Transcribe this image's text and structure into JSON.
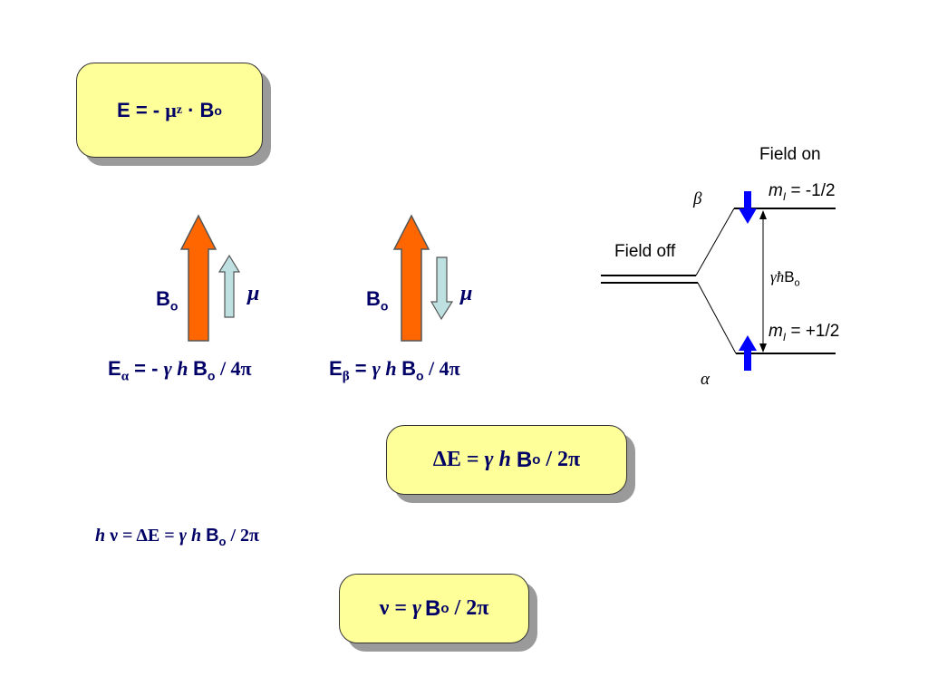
{
  "box_energy": {
    "E": "E = -",
    "mu": "μ",
    "z": "z",
    "dot": "·",
    "B": "B",
    "o": "o"
  },
  "arrows": {
    "left": {
      "B": "B",
      "o": "o",
      "mu": "μ"
    },
    "right": {
      "B": "B",
      "o": "o",
      "mu": "μ"
    }
  },
  "e_alpha": {
    "E": "E",
    "sub": "α",
    "eq": " = - ",
    "gamma": "γ",
    "h": " h ",
    "B": "B",
    "o": "o",
    "rest": " / 4π"
  },
  "e_beta": {
    "E": "E",
    "sub": "β",
    "eq": " = ",
    "gamma": "γ",
    "h": " h ",
    "B": "B",
    "o": "o",
    "rest": " / 4π"
  },
  "box_delta": {
    "delta": "ΔE = ",
    "gamma": "γ",
    "h": " h ",
    "B": "B",
    "o": "o",
    "rest": " / 2π"
  },
  "hv_line": {
    "h": "h",
    "nu": " ν = ΔE = ",
    "gamma": "γ",
    "h2": " h ",
    "B": "B",
    "o": "o",
    "rest": " / 2π"
  },
  "box_nu": {
    "nu": "ν = ",
    "gamma": "γ",
    "B": "B",
    "o": "o",
    "rest": " / 2π"
  },
  "diagram": {
    "field_on": "Field on",
    "field_off": "Field off",
    "beta": "β",
    "alpha": "α",
    "m_top": "m",
    "m_top_sub": "I",
    "m_top_val": " = -1/2",
    "m_bot": "m",
    "m_bot_sub": "I",
    "m_bot_val": " = +1/2",
    "gap_gamma": "γ",
    "gap_hbar": "ħ",
    "gap_B": "B",
    "gap_o": "o"
  },
  "colors": {
    "box_fill": "#ffff99",
    "text": "#000066",
    "bo_arrow": "#ff6600",
    "mu_arrow": "#bfe0e0",
    "spin_arrow": "#0000ff"
  }
}
